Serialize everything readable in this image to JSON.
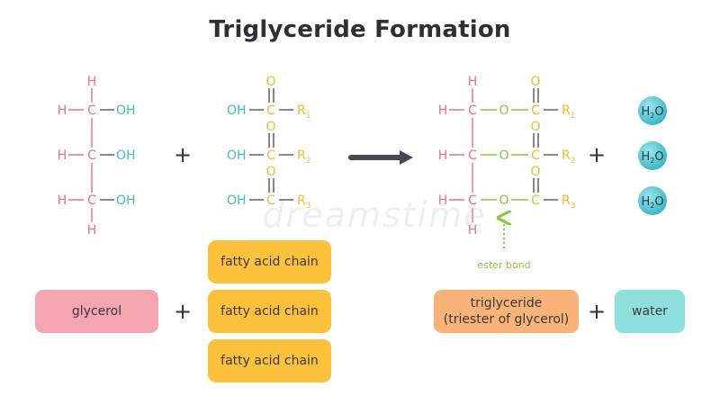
{
  "title": "Triglyceride Formation",
  "atoms": {
    "H": "H",
    "C": "C",
    "O": "O",
    "OH": "OH",
    "R": "R",
    "H2O_H": "H",
    "H2O_O": "O",
    "sub2": "2"
  },
  "r_subscripts": [
    "1",
    "2",
    "3"
  ],
  "plus": "+",
  "ester_bond_label": "ester bond",
  "labels": {
    "glycerol": "glycerol",
    "fatty_acid_chains": [
      "fatty acid chain",
      "fatty acid chain",
      "fatty acid chain"
    ],
    "triglyceride_line1": "triglyceride",
    "triglyceride_line2": "(triester of glycerol)",
    "water": "water"
  },
  "watermark": "dreamstime",
  "colors": {
    "hydrogen": "#e8717f",
    "carbon_bond": "#e8717f",
    "oxygen_hydroxyl": "#3fbcc2",
    "acid_yellow": "#f0bd2a",
    "ester_green": "#8cc63f",
    "arrow": "#474757",
    "glycerol_box": "#f4a5b0",
    "fatty_acid_box": "#fcc23c",
    "triglyceride_box": "#f9b277",
    "water_box": "#8ee0dd",
    "water_molecule": "#49c6d4"
  }
}
